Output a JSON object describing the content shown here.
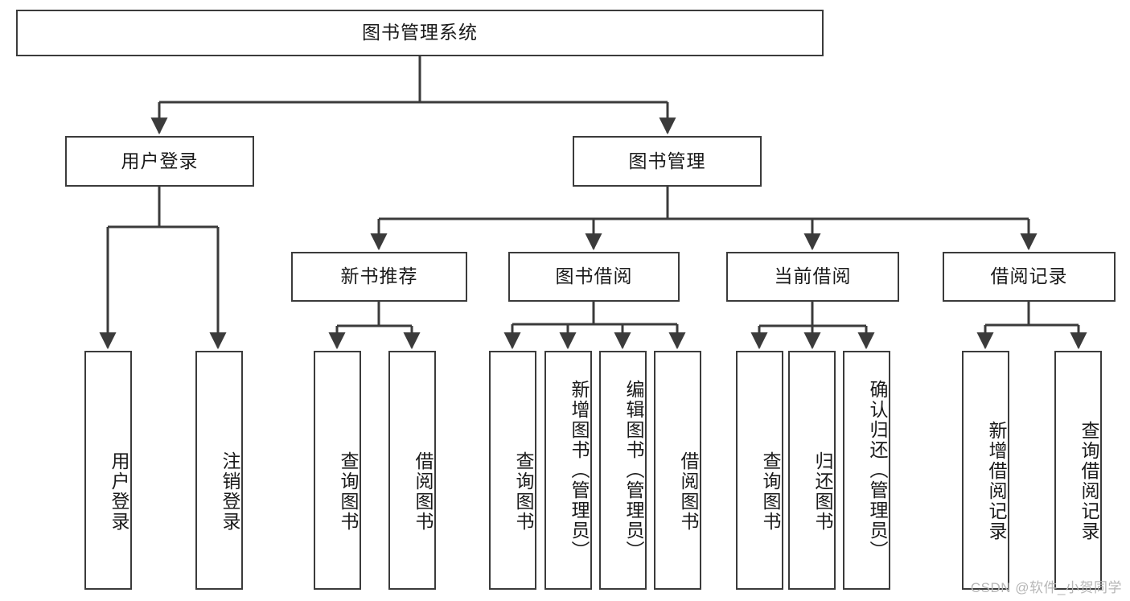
{
  "diagram": {
    "title": "图书管理系统",
    "type": "tree",
    "colors": {
      "box_border": "#3b3b3b",
      "box_fill": "#ffffff",
      "edge": "#3b3b3b",
      "text": "#1a1a1a",
      "watermark": "#b6b6b6",
      "background": "#ffffff"
    },
    "root": {
      "id": "root",
      "label": "图书管理系统",
      "orientation": "horizontal"
    },
    "level2": [
      {
        "id": "user-login",
        "label": "用户登录",
        "orientation": "horizontal"
      },
      {
        "id": "book-manage",
        "label": "图书管理",
        "orientation": "horizontal"
      }
    ],
    "level3": [
      {
        "id": "new-book-recommend",
        "label": "新书推荐",
        "orientation": "horizontal"
      },
      {
        "id": "book-borrow",
        "label": "图书借阅",
        "orientation": "horizontal"
      },
      {
        "id": "current-borrow",
        "label": "当前借阅",
        "orientation": "horizontal"
      },
      {
        "id": "borrow-record",
        "label": "借阅记录",
        "orientation": "horizontal"
      }
    ],
    "leaves": [
      {
        "id": "leaf-user-login",
        "label": "用户登录",
        "parent": "user-login",
        "orientation": "vertical"
      },
      {
        "id": "leaf-user-logout",
        "label": "注销登录",
        "parent": "user-login",
        "orientation": "vertical"
      },
      {
        "id": "leaf-query-book-1",
        "label": "查询图书",
        "parent": "new-book-recommend",
        "orientation": "vertical"
      },
      {
        "id": "leaf-borrow-book-1",
        "label": "借阅图书",
        "parent": "new-book-recommend",
        "orientation": "vertical"
      },
      {
        "id": "leaf-query-book-2",
        "label": "查询图书",
        "parent": "book-borrow",
        "orientation": "vertical"
      },
      {
        "id": "leaf-add-book",
        "label": "新增图书（管理员）",
        "parent": "book-borrow",
        "orientation": "vertical"
      },
      {
        "id": "leaf-edit-book",
        "label": "编辑图书（管理员）",
        "parent": "book-borrow",
        "orientation": "vertical"
      },
      {
        "id": "leaf-borrow-book-2",
        "label": "借阅图书",
        "parent": "book-borrow",
        "orientation": "vertical"
      },
      {
        "id": "leaf-query-book-3",
        "label": "查询图书",
        "parent": "current-borrow",
        "orientation": "vertical"
      },
      {
        "id": "leaf-return-book",
        "label": "归还图书",
        "parent": "current-borrow",
        "orientation": "vertical"
      },
      {
        "id": "leaf-confirm-return",
        "label": "确认归还（管理员）",
        "parent": "current-borrow",
        "orientation": "vertical"
      },
      {
        "id": "leaf-add-record",
        "label": "新增借阅记录",
        "parent": "borrow-record",
        "orientation": "vertical"
      },
      {
        "id": "leaf-query-record",
        "label": "查询借阅记录",
        "parent": "borrow-record",
        "orientation": "vertical"
      }
    ]
  },
  "watermark": {
    "text": "CSDN @软件_小贺同学"
  }
}
